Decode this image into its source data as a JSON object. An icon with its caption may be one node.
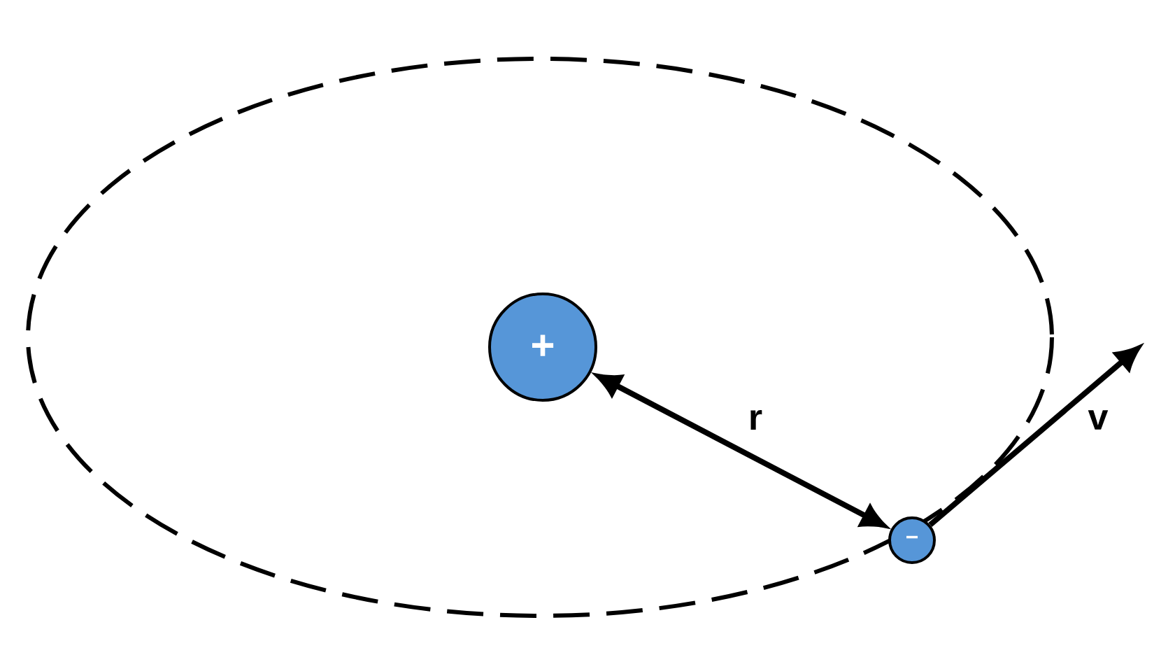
{
  "diagram": {
    "nodes": [
      {
        "text": [
          "+"
        ]
      },
      {
        "text": [
          "−"
        ]
      }
    ],
    "edges": [
      {
        "from": 0,
        "to": 1,
        "arrow": "both",
        "label": "r"
      },
      {
        "from": 1,
        "to": null,
        "arrow": "to",
        "label": "v"
      }
    ]
  }
}
